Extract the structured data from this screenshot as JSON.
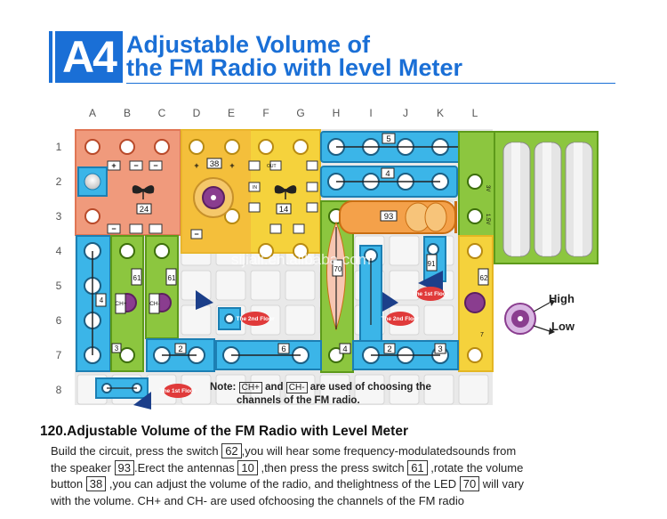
{
  "header": {
    "badge": "A4",
    "title_line1": "Adjustable Volume of",
    "title_line2": "the FM Radio with level Meter"
  },
  "grid": {
    "columns": [
      "A",
      "B",
      "C",
      "D",
      "E",
      "F",
      "G",
      "H",
      "I",
      "J",
      "K",
      "L"
    ],
    "rows": [
      "1",
      "2",
      "3",
      "4",
      "5",
      "6",
      "7",
      "8"
    ]
  },
  "parts": {
    "w5": "5",
    "w4": "4",
    "w6": "6",
    "w3": "3",
    "w2": "2",
    "w2b": "2",
    "p38": "38",
    "p24": "24",
    "p14": "14",
    "p93": "93",
    "p91": "91",
    "p61a": "61",
    "p61b": "61",
    "p62": "62",
    "p70": "70",
    "p4": "4",
    "p4b": "4",
    "p7": "7",
    "p3": "3",
    "chp": "CH+",
    "chm": "CH-",
    "floor1": "The 1st Floor",
    "floor1b": "The 1st Floor",
    "floor2": "The 2nd Floor",
    "floor2b": "The 2nd Floor",
    "v3": "3V",
    "v15": "1.5V",
    "out": "OUT",
    "in": "IN"
  },
  "knob_labels": {
    "high": "High",
    "low": "Low"
  },
  "watermark": "sijiali.en.alibaba.com",
  "note": {
    "prefix": "Note:",
    "chp": "CH+",
    "and": "and",
    "chm": "CH-",
    "suffix": "are used of choosing the",
    "line2": "channels of the FM radio."
  },
  "section": {
    "title": "120.Adjustable Volume of the FM Radio with Level Meter",
    "p1a": "Build the circuit, press the switch ",
    "b62": "62",
    "p1b": ",you will hear some frequency-modulatedsounds from",
    "p2a": "the speaker ",
    "b93": "93",
    "p2b": ".Erect the antennas ",
    "b10": "10",
    "p2c": " ,then press the press switch ",
    "b61": "61",
    "p2d": " ,rotate the volume",
    "p3a": "button ",
    "b38": "38",
    "p3b": " ,you can adjust the volume of the radio, and thelightness of the LED ",
    "b70": "70",
    "p3c": " will vary",
    "p4": "with the volume. CH+ and CH- are used ofchoosing the channels of the FM radio"
  },
  "colors": {
    "brand": "#1a6fd6",
    "cyan": "#3bb5e8",
    "green": "#8cc63f",
    "yellow": "#f5d23c",
    "orange": "#f4a14a",
    "salmon": "#f09a7c",
    "purple": "#8a3d8f"
  }
}
